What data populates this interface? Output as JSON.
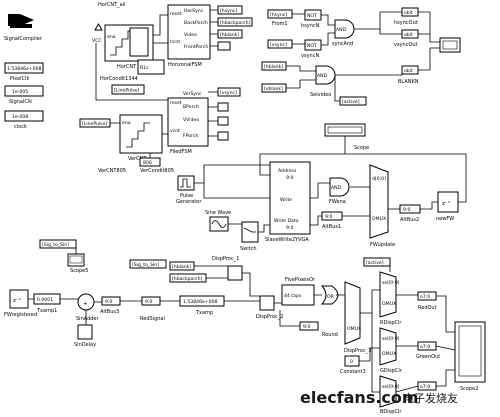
{
  "left": {
    "signal_compiler": "SignalCompiler",
    "pixelclk_value": "1.53846e+008",
    "pixelclk_label": "PixelClk",
    "signalclk_value": "1e-005",
    "signalclk_label": "SignalClk",
    "clock_value": "1e-008",
    "clock_label": "clock"
  },
  "hor": {
    "name": "HorCNT_all",
    "vcc": "VCC",
    "ena": "ena",
    "sub": "HorCNT",
    "cond": "HorCondit1344",
    "b1c": "B1c",
    "linepulse": "[LinePulse]",
    "fsm_ports": [
      "reset",
      "hcnt"
    ],
    "fsm_outs": [
      "HorSync",
      "BackPorch",
      "Video",
      "FrontPorch"
    ],
    "out_tags": [
      "[hsync]",
      "[hbackporch]",
      "[hblank]"
    ],
    "fsm_label": "HorizonalFSM"
  },
  "ver": {
    "linepulse": "[LinePulse]",
    "ena": "ena",
    "sub": "VerCNT",
    "cnt": "VerCNT805",
    "val": "806",
    "cond": "VerCondit805",
    "fsm_ports": [
      "reset",
      "vcnt"
    ],
    "fsm_outs": [
      "VerSync",
      "BPorch",
      "VVideo",
      "FPorch"
    ],
    "out_tag": "[vsync]",
    "fsm_label": "FiledFSM"
  },
  "sync": {
    "hsync_tag": "[hsync]",
    "from1": "From1",
    "not1": "NOT",
    "hsyncN": "hsyncN",
    "vsync_tag": "[vsync]",
    "not2": "NOT",
    "vsyncN": "vsyncN",
    "and1": "AND",
    "syncAnd": "syncAnd",
    "obit1": "obit",
    "hsyncOut": "hsyncOut",
    "obit2": "obit",
    "vsyncOut": "vsyncOut",
    "hblank_tag": "[hblank]",
    "vblank_tag": "[vblank]",
    "and2": "AND",
    "selvideo": "Selvideo",
    "obit3": "obit",
    "blank_out": "BLANKN",
    "active_tag": "[active]"
  },
  "mid": {
    "scope": "Scope",
    "pulse": "Pulse\nGenerator",
    "sine": "Sine Wave",
    "switch": "Switch",
    "ram_ports": [
      "Address\n9:0",
      "Write",
      "Write Data\n9:0"
    ],
    "ram_label": "SlaveWrite2YVGA",
    "and": "AND",
    "fwena": "FWena",
    "altbus1": "AltBus1",
    "mux": "d[0:0]",
    "mux2": "OMUX",
    "fwupdate": "FWupdate",
    "altbus2": "AltBus2",
    "gain": "z⁻¹",
    "newfw": "newFW"
  },
  "bottom": {
    "sig_to_sin": "[Sig_to_Sin]",
    "scope5": "Scope5",
    "sig_to_sin2": "[Sig_to_Sin]",
    "fwreg": "FWregistered",
    "zinv": "z⁻¹",
    "txamp_val": "0.0001",
    "txamp1": "Txamp1",
    "sin_adder": "SinAdder",
    "sin_delay": "SinDelay",
    "bus_val1": "9:0",
    "altbus3": "AltBus3",
    "reds": "9:0",
    "redsignal": "RedSignal",
    "txamp_big": "1.53846e+008",
    "txamp": "Txamp",
    "hblank_tag": "[hblank]",
    "hbackporch_tag": "[hbackporch]",
    "disp1": "DispProc_1",
    "disp2": "DispProc_2",
    "five": "FivePixelsOr",
    "four": "44 taps",
    "or": "OR",
    "round": "Round",
    "omux1": "OMUX",
    "disp3": "DispProc_3",
    "active_tag": "[active]",
    "rgb_mux_port": "sel[0:0]",
    "rgb_omux": "OMUX",
    "rdispclr": "RDispClr",
    "gdispclr": "GDispClr",
    "bdispclr": "BDispClr",
    "const0": "0",
    "constant3": "Constant3",
    "out_val": "o7:0",
    "red_out": "RedOut",
    "green_out": "GreenOut",
    "scope2": "Scope2"
  },
  "watermark": {
    "site": "elecfans.com",
    "cn": "电子发烧友"
  }
}
